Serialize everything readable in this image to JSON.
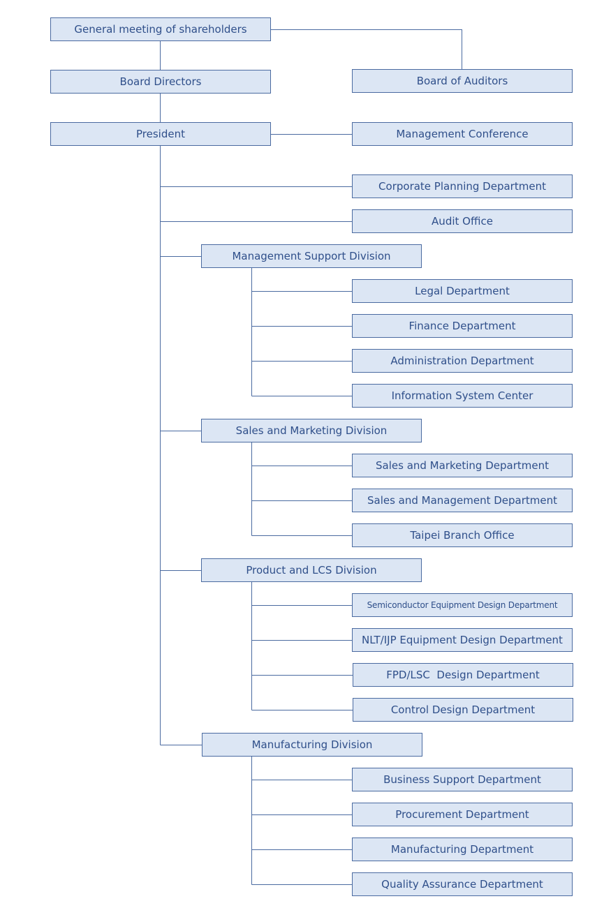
{
  "nodes": {
    "shareholders": "General meeting of shareholders",
    "board_directors": "Board Directors",
    "board_auditors": "Board of Auditors",
    "president": "President",
    "management_conference": "Management Conference",
    "corporate_planning": "Corporate Planning Department",
    "audit_office": "Audit Office",
    "management_support": "Management Support Division",
    "legal": "Legal Department",
    "finance": "Finance Department",
    "administration": "Administration Department",
    "information_system": "Information System Center",
    "sales_marketing_div": "Sales and Marketing Division",
    "sales_marketing_dept": "Sales and Marketing Department",
    "sales_management": "Sales and Management Department",
    "taipei_branch": "Taipei Branch Office",
    "product_lcs": "Product and LCS Division",
    "semiconductor": "Semiconductor Equipment Design Department",
    "nlt_ijp": "NLT/IJP Equipment Design Department",
    "fpd_lsc": "FPD/LSC  Design Department",
    "control_design": "Control Design Department",
    "manufacturing_div": "Manufacturing Division",
    "business_support": "Business Support Department",
    "procurement": "Procurement Department",
    "manufacturing_dept": "Manufacturing Department",
    "quality_assurance": "Quality Assurance Department"
  },
  "colors": {
    "box_fill": "#dce6f4",
    "box_border": "#4a6aa0",
    "text": "#2f4f8a",
    "connector": "#4a6aa0"
  }
}
